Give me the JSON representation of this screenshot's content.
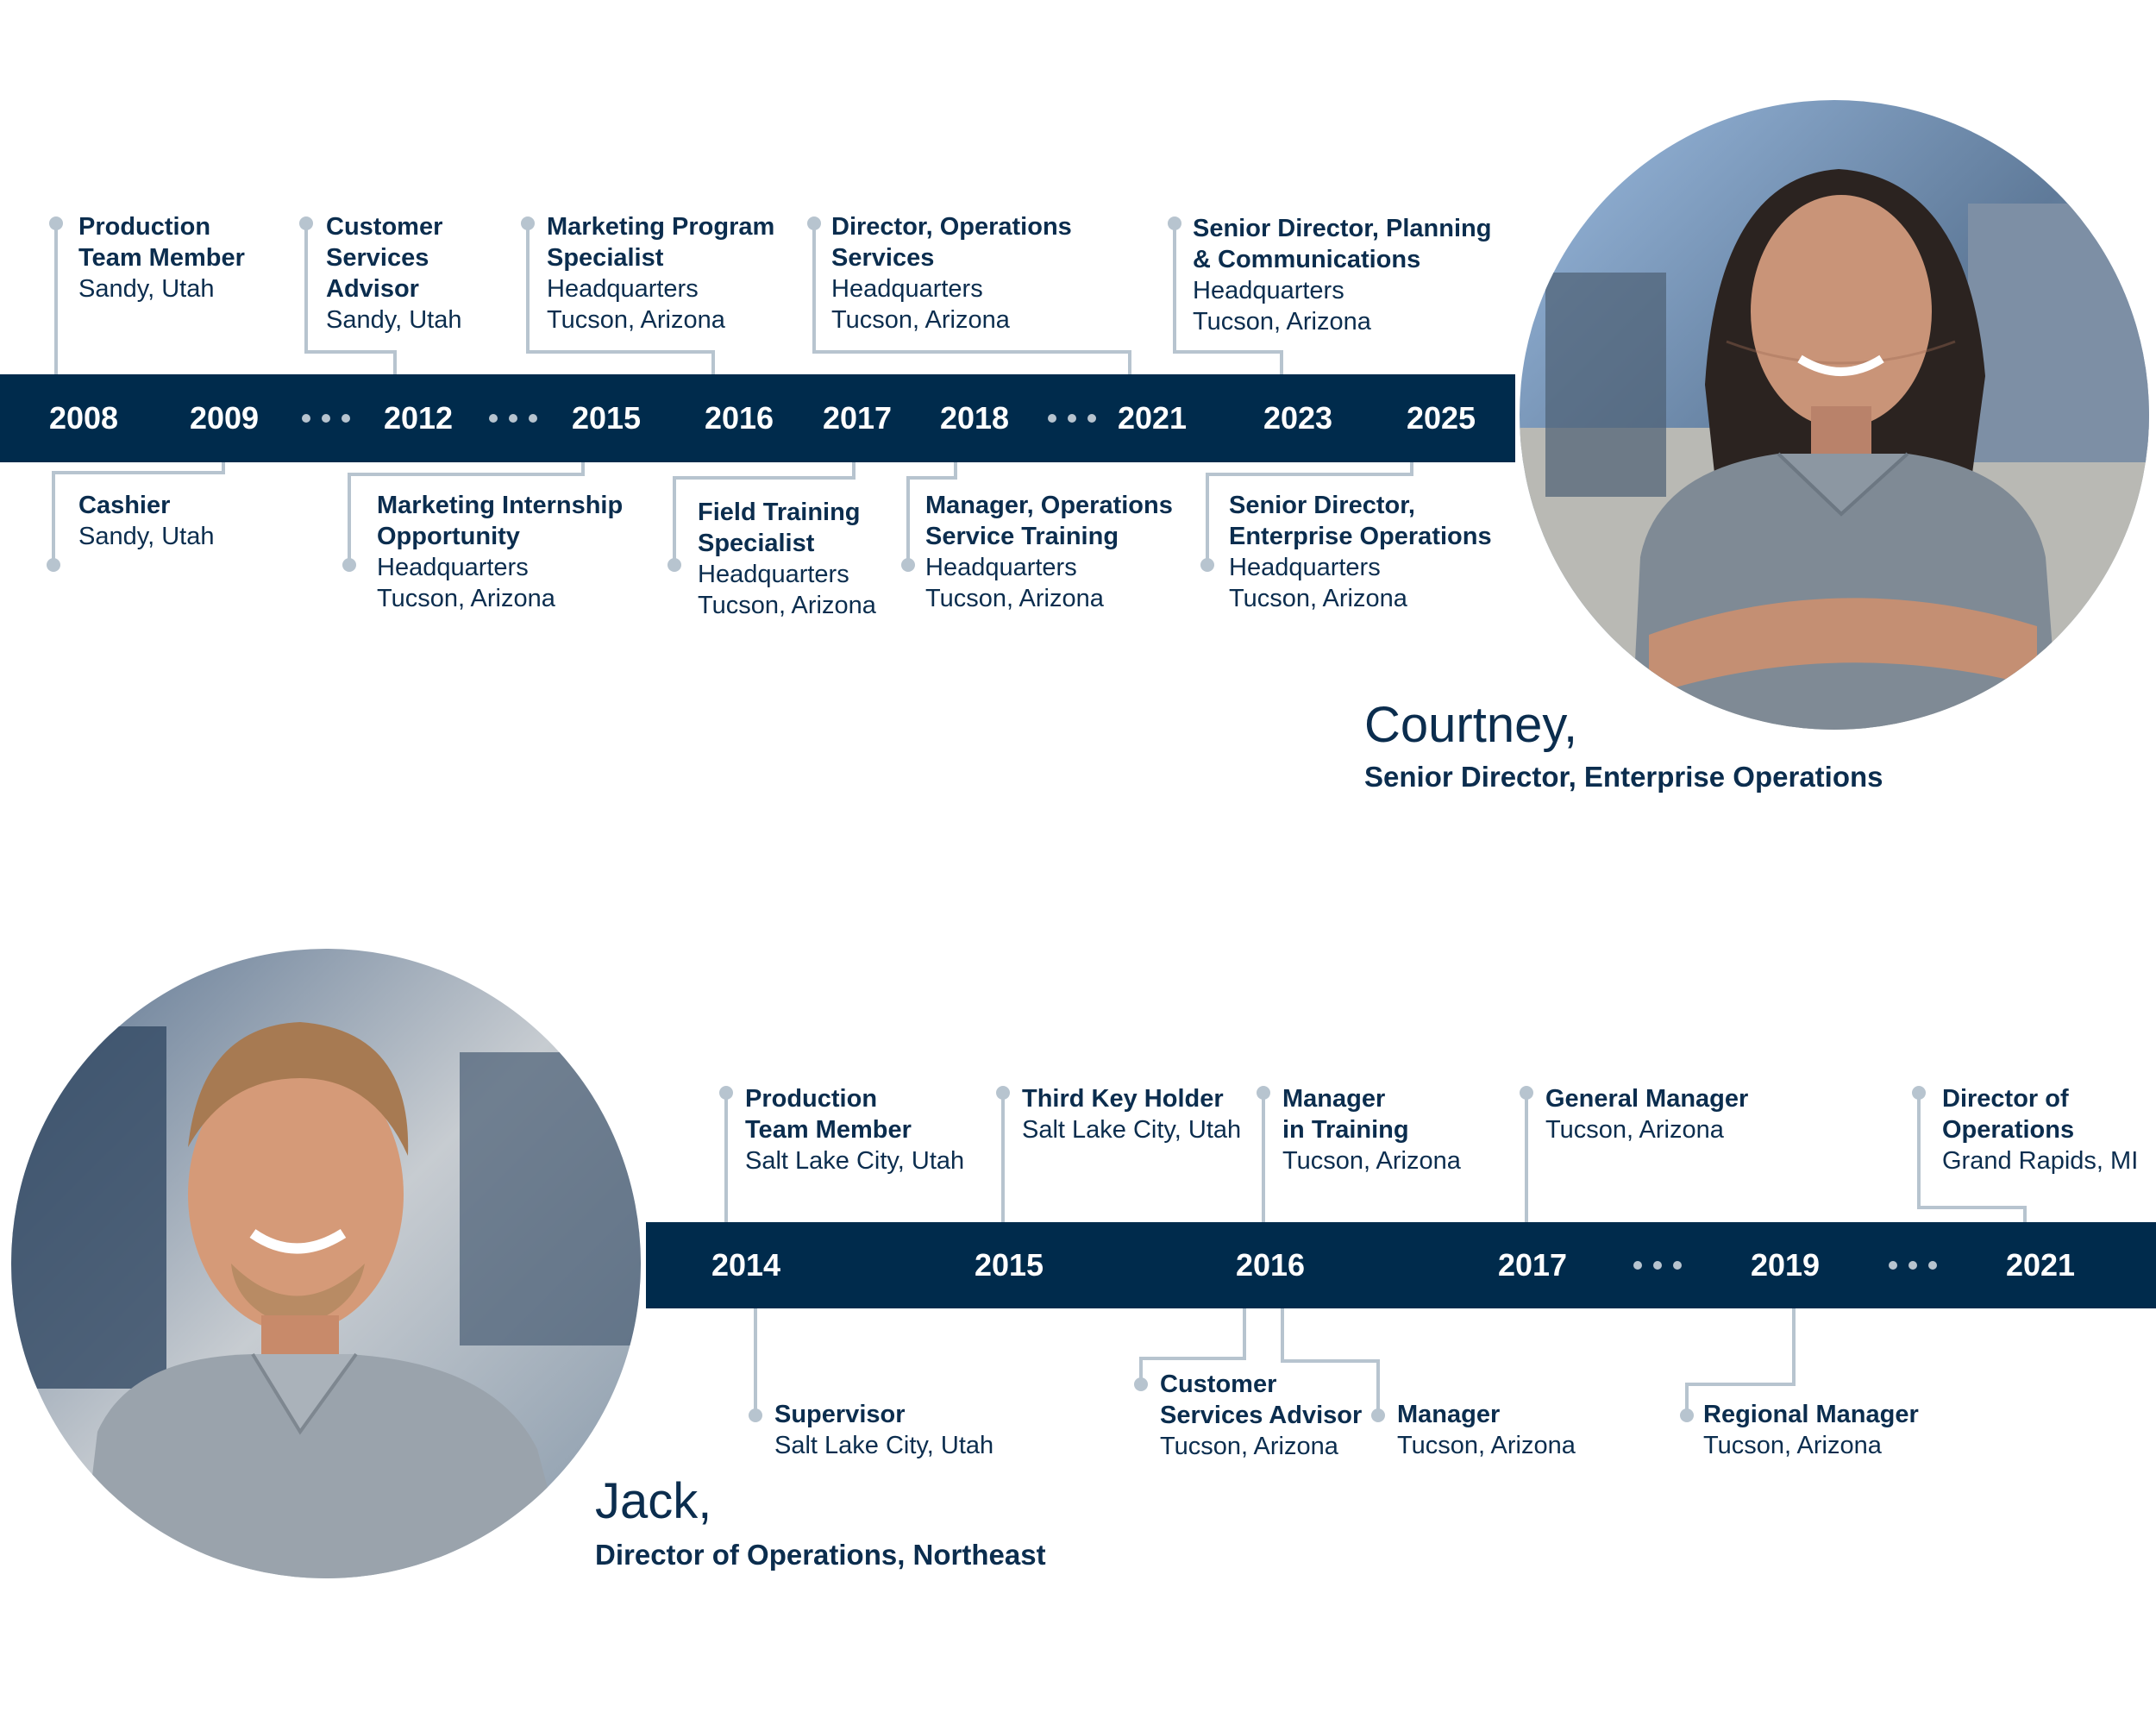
{
  "colors": {
    "navy": "#002b4c",
    "connector": "#b7c4cf",
    "text": "#0b2d4e",
    "white": "#ffffff"
  },
  "timelines": [
    {
      "id": "courtney",
      "person": {
        "name": "Courtney,",
        "role": "Senior Director, Enterprise Operations",
        "photo_icon": "person-photo-icon"
      },
      "years": [
        "2008",
        "2009",
        "2012",
        "2015",
        "2016",
        "2017",
        "2018",
        "2021",
        "2023",
        "2025"
      ],
      "events": [
        {
          "year": "2008",
          "side": "above",
          "title": [
            "Production",
            "Team Member"
          ],
          "location": [
            "Sandy, Utah"
          ]
        },
        {
          "year": "2009",
          "side": "below",
          "title": [
            "Cashier"
          ],
          "location": [
            "Sandy, Utah"
          ]
        },
        {
          "year": "2012",
          "side": "above",
          "title": [
            "Customer",
            "Services",
            "Advisor"
          ],
          "location": [
            "Sandy, Utah"
          ]
        },
        {
          "year": "2015",
          "side": "below",
          "title": [
            "Marketing Internship",
            "Opportunity"
          ],
          "location": [
            "Headquarters",
            "Tucson, Arizona"
          ]
        },
        {
          "year": "2016",
          "side": "above",
          "title": [
            "Marketing Program",
            "Specialist"
          ],
          "location": [
            "Headquarters",
            "Tucson, Arizona"
          ]
        },
        {
          "year": "2017",
          "side": "below",
          "title": [
            "Field Training",
            "Specialist"
          ],
          "location": [
            "Headquarters",
            "Tucson, Arizona"
          ]
        },
        {
          "year": "2018",
          "side": "below",
          "title": [
            "Manager, Operations",
            "Service Training"
          ],
          "location": [
            "Headquarters",
            "Tucson, Arizona"
          ]
        },
        {
          "year": "2021",
          "side": "above",
          "title": [
            "Director, Operations",
            "Services"
          ],
          "location": [
            "Headquarters",
            "Tucson, Arizona"
          ]
        },
        {
          "year": "2023",
          "side": "above",
          "title": [
            "Senior Director, Planning",
            "& Communications"
          ],
          "location": [
            "Headquarters",
            "Tucson, Arizona"
          ]
        },
        {
          "year": "2025",
          "side": "below",
          "title": [
            "Senior Director,",
            "Enterprise Operations"
          ],
          "location": [
            "Headquarters",
            "Tucson, Arizona"
          ]
        }
      ]
    },
    {
      "id": "jack",
      "person": {
        "name": "Jack,",
        "role": "Director of Operations, Northeast",
        "photo_icon": "person-photo-icon"
      },
      "years": [
        "2014",
        "2015",
        "2016",
        "2017",
        "2019",
        "2021"
      ],
      "events": [
        {
          "year": "2014",
          "side": "above",
          "title": [
            "Production",
            "Team Member"
          ],
          "location": [
            "Salt Lake City, Utah"
          ]
        },
        {
          "year": "2014",
          "side": "below",
          "title": [
            "Supervisor"
          ],
          "location": [
            "Salt Lake City, Utah"
          ]
        },
        {
          "year": "2015",
          "side": "above",
          "title": [
            "Third Key Holder"
          ],
          "location": [
            "Salt Lake City, Utah"
          ]
        },
        {
          "year": "2016",
          "side": "above",
          "title": [
            "Manager",
            "in Training"
          ],
          "location": [
            "Tucson, Arizona"
          ]
        },
        {
          "year": "2016",
          "side": "below",
          "title": [
            "Customer",
            "Services Advisor"
          ],
          "location": [
            "Tucson, Arizona"
          ]
        },
        {
          "year": "2016",
          "side": "below",
          "title": [
            "Manager"
          ],
          "location": [
            "Tucson, Arizona"
          ]
        },
        {
          "year": "2017",
          "side": "above",
          "title": [
            "General Manager"
          ],
          "location": [
            "Tucson, Arizona"
          ]
        },
        {
          "year": "2019",
          "side": "below",
          "title": [
            "Regional Manager"
          ],
          "location": [
            "Tucson, Arizona"
          ]
        },
        {
          "year": "2021",
          "side": "above",
          "title": [
            "Director of",
            "Operations"
          ],
          "location": [
            "Grand Rapids, MI"
          ]
        }
      ]
    }
  ]
}
